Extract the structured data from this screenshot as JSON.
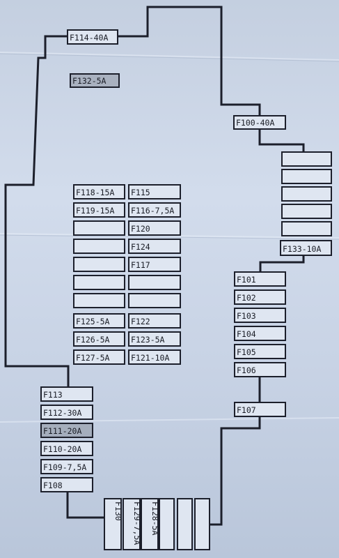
{
  "diagram": {
    "colors": {
      "line": "#1c1f2b",
      "box_fill": "#dfe6f1",
      "box_fill_dark": "#6d7079",
      "paper": "#c9d4e6"
    },
    "fuses": [
      {
        "id": "f114",
        "label": "F114-40A"
      },
      {
        "id": "f132",
        "label": "F132-5A",
        "shaded": true
      },
      {
        "id": "f100",
        "label": "F100-40A"
      },
      {
        "id": "f133",
        "label": "F133-10A"
      },
      {
        "id": "f118",
        "label": "F118-15A"
      },
      {
        "id": "f115",
        "label": "F115"
      },
      {
        "id": "f119",
        "label": "F119-15A"
      },
      {
        "id": "f116",
        "label": "F116-7,5A"
      },
      {
        "id": "f120",
        "label": "F120"
      },
      {
        "id": "f124",
        "label": "F124"
      },
      {
        "id": "f117",
        "label": "F117"
      },
      {
        "id": "f125",
        "label": "F125-5A"
      },
      {
        "id": "f122",
        "label": "F122"
      },
      {
        "id": "f126",
        "label": "F126-5A"
      },
      {
        "id": "f123",
        "label": "F123-5A"
      },
      {
        "id": "f127",
        "label": "F127-5A"
      },
      {
        "id": "f121",
        "label": "F121-10A"
      },
      {
        "id": "f101",
        "label": "F101"
      },
      {
        "id": "f102",
        "label": "F102"
      },
      {
        "id": "f103",
        "label": "F103"
      },
      {
        "id": "f104",
        "label": "F104"
      },
      {
        "id": "f105",
        "label": "F105"
      },
      {
        "id": "f106",
        "label": "F106"
      },
      {
        "id": "f107",
        "label": "F107"
      },
      {
        "id": "f113",
        "label": "F113"
      },
      {
        "id": "f112",
        "label": "F112-30A"
      },
      {
        "id": "f111",
        "label": "F111-20A",
        "shaded": true
      },
      {
        "id": "f110",
        "label": "F110-20A"
      },
      {
        "id": "f109",
        "label": "F109-7,5A"
      },
      {
        "id": "f108",
        "label": "F108"
      },
      {
        "id": "f130",
        "label": "F130",
        "vertical": true
      },
      {
        "id": "f129",
        "label": "F129-7,5A",
        "vertical": true
      },
      {
        "id": "f128",
        "label": "F128-5A",
        "vertical": true
      }
    ]
  }
}
